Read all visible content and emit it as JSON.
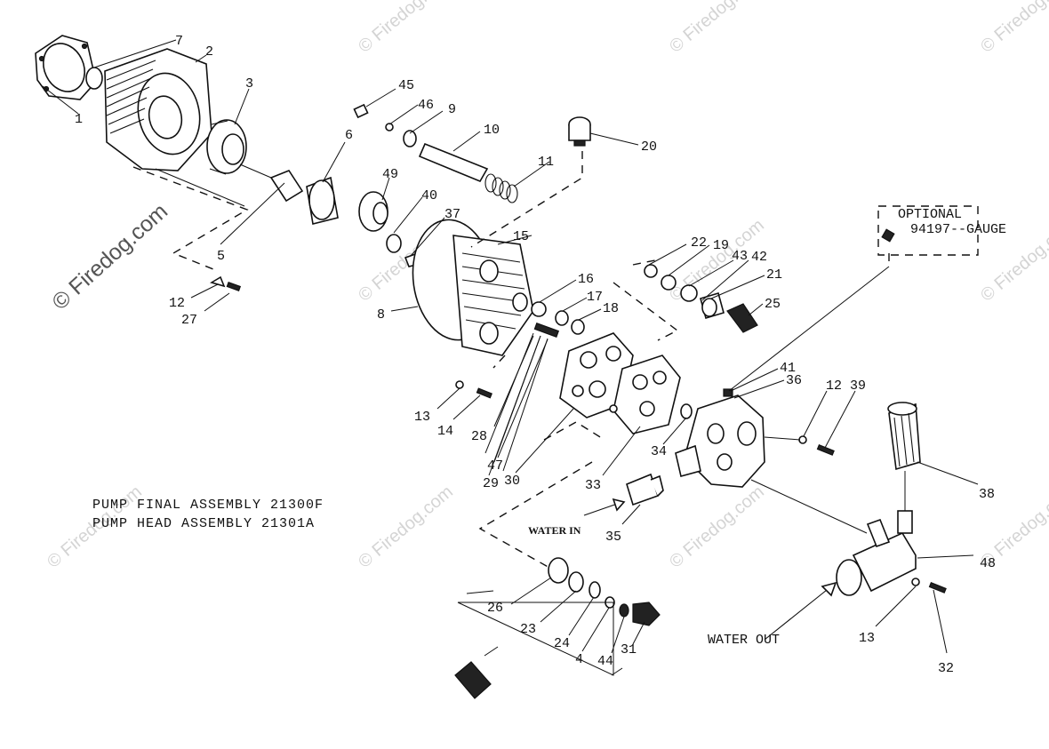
{
  "titles": {
    "final_assembly": "PUMP FINAL ASSEMBLY 21300F",
    "head_assembly": "PUMP HEAD ASSEMBLY 21301A"
  },
  "optional": {
    "heading": "OPTIONAL",
    "gauge": "94197--GAUGE"
  },
  "flow": {
    "water_in": "WATER IN",
    "water_out": "WATER OUT"
  },
  "watermark": {
    "text": "© Firedog.com"
  },
  "parts": [
    "1",
    "2",
    "3",
    "4",
    "5",
    "6",
    "7",
    "8",
    "9",
    "10",
    "11",
    "12",
    "12",
    "13",
    "13",
    "14",
    "15",
    "16",
    "17",
    "18",
    "19",
    "20",
    "21",
    "22",
    "23",
    "24",
    "25",
    "26",
    "27",
    "28",
    "29",
    "30",
    "31",
    "32",
    "33",
    "34",
    "35",
    "36",
    "37",
    "38",
    "39",
    "40",
    "41",
    "42",
    "43",
    "44",
    "45",
    "46",
    "47",
    "48",
    "49"
  ],
  "colors": {
    "ink": "#111111",
    "watermark": "#d4d4d4"
  }
}
